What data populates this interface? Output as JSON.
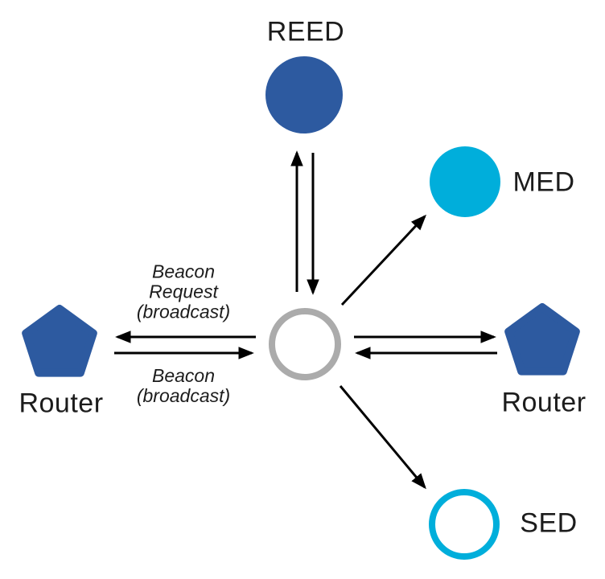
{
  "diagram": {
    "type": "network-topology",
    "nodes": {
      "reed": {
        "label": "REED",
        "shape": "filled-circle"
      },
      "med": {
        "label": "MED",
        "shape": "filled-circle"
      },
      "sed": {
        "label": "SED",
        "shape": "outlined-circle"
      },
      "router_left": {
        "label": "Router",
        "shape": "pentagon"
      },
      "router_right": {
        "label": "Router",
        "shape": "pentagon"
      },
      "joiner_center": {
        "label": "",
        "shape": "outlined-circle"
      }
    },
    "annotations": {
      "beacon_request": {
        "lines": [
          "Beacon",
          "Request",
          "(broadcast)"
        ]
      },
      "beacon": {
        "lines": [
          "Beacon",
          "(broadcast)"
        ]
      }
    },
    "colors": {
      "blue": "#2D5AA0",
      "cyan": "#00AEDB",
      "gray": "#ABABAB",
      "arrow": "#000000",
      "white": "#FFFFFF"
    }
  }
}
